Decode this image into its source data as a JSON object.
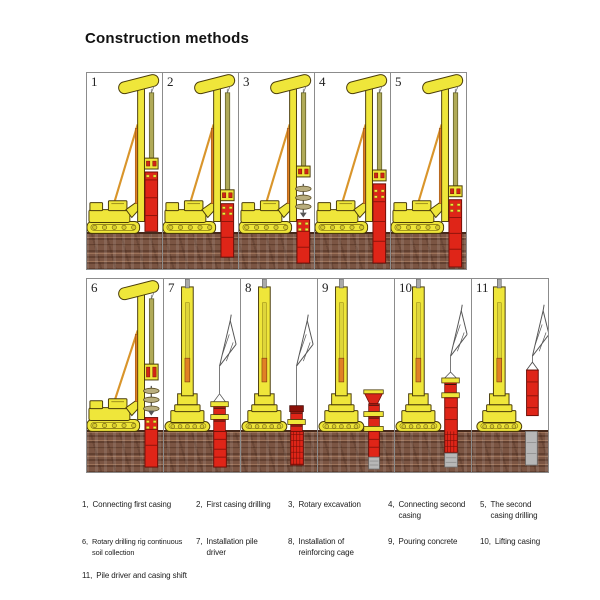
{
  "title": "Construction methods",
  "list_separator": "、",
  "panels": [
    {
      "num": "1"
    },
    {
      "num": "2"
    },
    {
      "num": "3"
    },
    {
      "num": "4"
    },
    {
      "num": "5"
    },
    {
      "num": "6"
    },
    {
      "num": "7"
    },
    {
      "num": "8"
    },
    {
      "num": "9"
    },
    {
      "num": "10"
    },
    {
      "num": "11"
    }
  ],
  "captions": [
    {
      "num": "1",
      "sep": "、",
      "text": "Connecting first casing"
    },
    {
      "num": "2",
      "sep": "、",
      "text": "First casing drilling"
    },
    {
      "num": "3",
      "sep": "、",
      "text": "Rotary excavation"
    },
    {
      "num": "4",
      "sep": "、",
      "text": "Connecting second casing"
    },
    {
      "num": "5",
      "sep": "、",
      "text": "The second casing drilling"
    },
    {
      "num": "6",
      "sep": "、",
      "text": "Rotary drilling rig continuous soil collection"
    },
    {
      "num": "7",
      "sep": "、",
      "text": "Installation pile driver"
    },
    {
      "num": "8",
      "sep": "、",
      "text": "Installation of reinforcing cage"
    },
    {
      "num": "9",
      "sep": "、",
      "text": "Pouring concrete"
    },
    {
      "num": "10",
      "sep": "、",
      "text": "Lifting casing"
    },
    {
      "num": "11",
      "sep": "、",
      "text": "Pile driver and casing shift"
    }
  ],
  "colors": {
    "rig_yellow": "#efe63a",
    "outline_dark": "#4a3c08",
    "casing_red": "#df2518",
    "casing_red_dark": "#8f140b",
    "kelly_olive": "#b0aa58",
    "accent_orange": "#e08025",
    "soil_brown": "#7b5543",
    "concrete_gray": "#b7b7b7",
    "panel_border_gray": "#8c8c8c"
  }
}
